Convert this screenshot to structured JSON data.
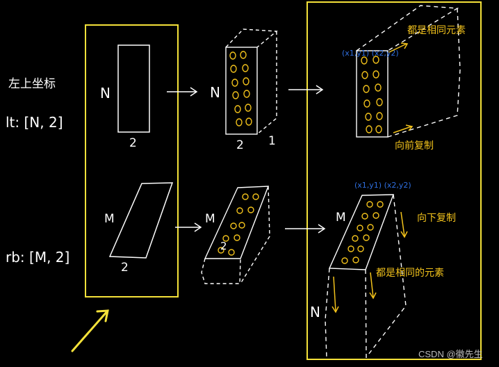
{
  "labels": {
    "lt_title": "左上坐标",
    "lt_shape": "lt: [N, 2]",
    "rb_shape": "rb: [M, 2]",
    "N1": "N",
    "N2": "N",
    "M1": "M",
    "M2": "M",
    "M3": "M",
    "two1": "2",
    "two2": "2",
    "two3": "2",
    "two4": "2",
    "one": "1"
  },
  "annotations": {
    "same_elements_top": "都是相同元素",
    "copy_forward": "向前复制",
    "copy_down": "向下复制",
    "same_elements_bottom": "都是相同的元素",
    "coord_top": "(x1,y1) (x2,y2)",
    "coord_bottom": "(x1,y1) (x2,y2)"
  },
  "watermark": "CSDN @徽先生",
  "colors": {
    "background": "#000000",
    "box": "#f5e23a",
    "stroke": "#ffffff",
    "dots": "#f2c21b",
    "coords": "#2f6fe0",
    "arrow_pointer": "#f5e23a"
  }
}
